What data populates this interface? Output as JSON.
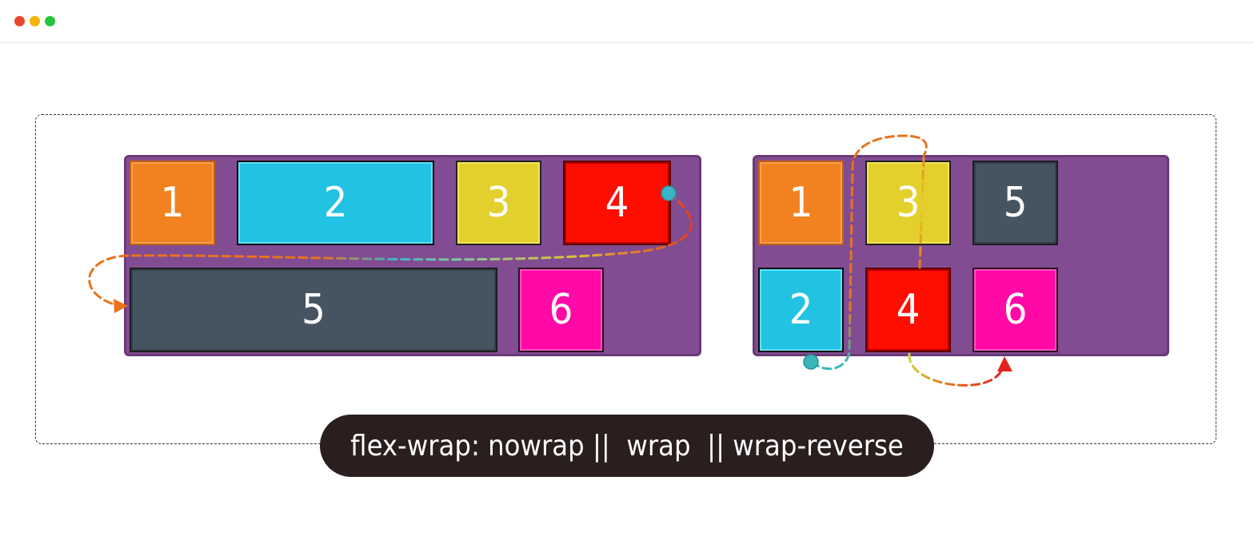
{
  "window": {
    "controls": [
      "close",
      "minimize",
      "maximize"
    ]
  },
  "wrap_example": {
    "items": [
      {
        "label": "1",
        "color": "#f28220"
      },
      {
        "label": "2",
        "color": "#22c2e2"
      },
      {
        "label": "3",
        "color": "#e3d02c"
      },
      {
        "label": "4",
        "color": "#ff0d00"
      },
      {
        "label": "5",
        "color": "#465462"
      },
      {
        "label": "6",
        "color": "#ff0aa6"
      }
    ]
  },
  "column_example": {
    "items": [
      {
        "label": "1",
        "color": "#f28220"
      },
      {
        "label": "3",
        "color": "#e3d02c"
      },
      {
        "label": "5",
        "color": "#465462"
      },
      {
        "label": "2",
        "color": "#22c2e2"
      },
      {
        "label": "4",
        "color": "#ff0d00"
      },
      {
        "label": "6",
        "color": "#ff0aa6"
      }
    ]
  },
  "caption": {
    "text": "flex-wrap: nowrap ||  wrap  || wrap-reverse"
  },
  "colors": {
    "container": "#824c92",
    "caption_bg": "#2a1e1f",
    "arrow_start": "#3ab5b8",
    "arrow_end": "#e8731c"
  }
}
